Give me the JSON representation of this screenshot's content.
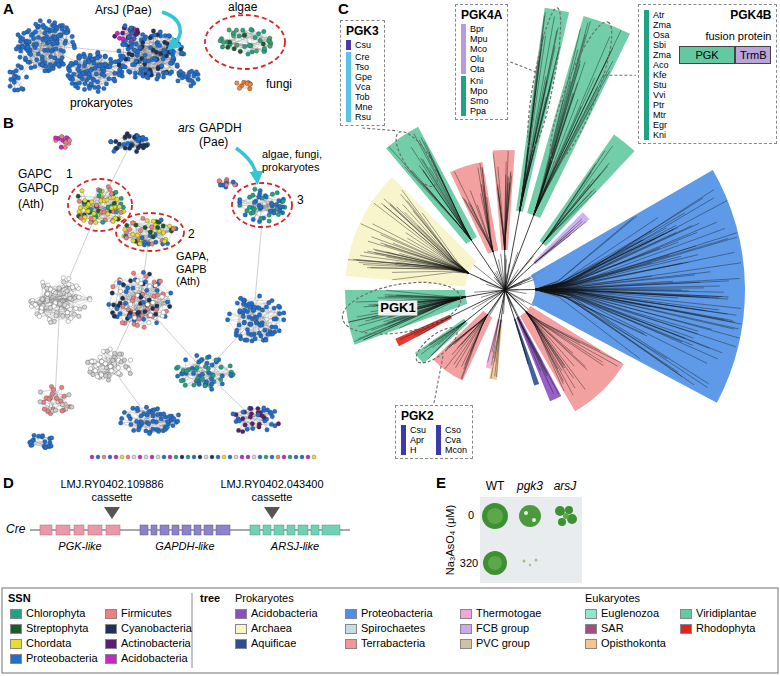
{
  "diagram": {
    "nodes": [
      {
        "text": [
          "PGK3",
          "Csu",
          "Cre",
          "Tso",
          "Gpe",
          "Vca",
          "Tob",
          "Mne",
          "Rsu"
        ]
      },
      {
        "text": [
          "PGK4A",
          "Bpr",
          "Mpu",
          "Mco",
          "Olu",
          "Ota",
          "Kni",
          "Mpo",
          "Smo",
          "Ppa"
        ]
      },
      {
        "text": [
          "PGK4B",
          "fusion protein",
          "Atr",
          "Zma",
          "Osa",
          "Sbi",
          "Zma",
          "Aco",
          "Kfe",
          "Stu",
          "Vvi",
          "Ptr",
          "Mtr",
          "Egr",
          "Kni"
        ]
      },
      {
        "text": [
          "PGK"
        ],
        "in": 2
      },
      {
        "text": [
          "TrmB"
        ],
        "in": 2
      },
      {
        "text": [
          "PGK2",
          "Csu",
          "Apr",
          "H",
          "Cso",
          "Cva",
          "Mcon"
        ]
      }
    ],
    "labels": [
      "A",
      "ArsJ (Pae)",
      "algae",
      "fungi",
      "prokaryotes",
      "B",
      "GAPC GAPCp",
      "1",
      "(Ath)",
      "ars",
      "GAPDH",
      "(Pae)",
      "algae, fungi, prokaryotes",
      "3",
      "2",
      "GAPA, GAPB (Ath)",
      "C",
      "PGK1",
      "D",
      "LMJ.RY0402.109886",
      "cassette",
      "LMJ.RY0402.043400",
      "cassette",
      "Cre",
      "PGK-like",
      "GAPDH-like",
      "ARSJ-like",
      "E",
      "WT",
      "pgk3",
      "arsJ",
      "Na₃AsO₄ (μM)",
      "0",
      "320",
      "SSN",
      "tree",
      "Prokaryotes",
      "Eukaryotes"
    ],
    "legend": [
      {
        "text": "Chlorophyta",
        "color": "#1ea384"
      },
      {
        "text": "Streptophyta",
        "color": "#1d5a2c"
      },
      {
        "text": "Chordata",
        "color": "#e8dc2c"
      },
      {
        "text": "Proteobacteria",
        "color": "#1f6fd1"
      },
      {
        "text": "Firmicutes",
        "color": "#f08080"
      },
      {
        "text": "Cyanobacteria",
        "color": "#1c3358"
      },
      {
        "text": "Actinobacteria",
        "color": "#5a1e74"
      },
      {
        "text": "Acidobacteria",
        "color": "#c627c9"
      },
      {
        "text": "Acidobacteria",
        "color": "#8b4fc0"
      },
      {
        "text": "Archaea",
        "color": "#f7f4c6"
      },
      {
        "text": "Aquificae",
        "color": "#2d4f8e"
      },
      {
        "text": "Proteobacteria",
        "color": "#4d8fe6"
      },
      {
        "text": "Spirochaetes",
        "color": "#c4dfe4"
      },
      {
        "text": "Terrabacteria",
        "color": "#f29696"
      },
      {
        "text": "Thermotogae",
        "color": "#f3a7d6"
      },
      {
        "text": "FCB group",
        "color": "#c9aaee"
      },
      {
        "text": "PVC group",
        "color": "#cdc3a4"
      },
      {
        "text": "Euglenozoa",
        "color": "#8fe9c9"
      },
      {
        "text": "SAR",
        "color": "#a14f83"
      },
      {
        "text": "Opisthokonta",
        "color": "#f7c48e"
      },
      {
        "text": "Viridiplantae",
        "color": "#62c9a0"
      },
      {
        "text": "Rhodophyta",
        "color": "#e3241b"
      }
    ]
  }
}
